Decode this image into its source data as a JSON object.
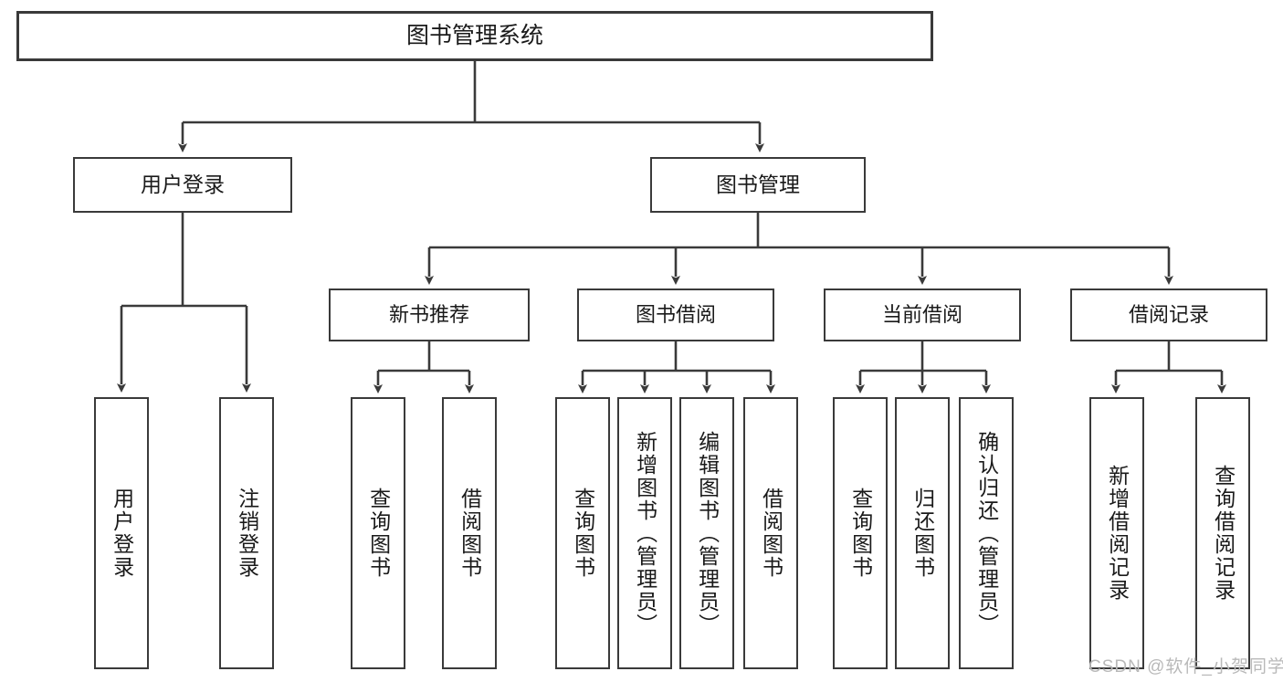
{
  "diagram": {
    "title": "图书管理系统",
    "root": {
      "label": "图书管理系统"
    },
    "level2": [
      {
        "label": "用户登录"
      },
      {
        "label": "图书管理"
      }
    ],
    "level3": [
      {
        "label": "新书推荐"
      },
      {
        "label": "图书借阅"
      },
      {
        "label": "当前借阅"
      },
      {
        "label": "借阅记录"
      }
    ],
    "leaves": {
      "user_login": [
        {
          "label": "用户登录"
        },
        {
          "label": "注销登录"
        }
      ],
      "new_book": [
        {
          "label": "查询图书"
        },
        {
          "label": "借阅图书"
        }
      ],
      "book_borrow": [
        {
          "label": "查询图书"
        },
        {
          "label": "新增图书（管理员）"
        },
        {
          "label": "编辑图书（管理员）"
        },
        {
          "label": "借阅图书"
        }
      ],
      "current_borrow": [
        {
          "label": "查询图书"
        },
        {
          "label": "归还图书"
        },
        {
          "label": "确认归还（管理员）"
        }
      ],
      "borrow_record": [
        {
          "label": "新增借阅记录"
        },
        {
          "label": "查询借阅记录"
        }
      ]
    }
  },
  "watermark": {
    "text": "CSDN @软件_小贺同学"
  },
  "colors": {
    "background": "#ffffff",
    "box_border": "#3a3a3a",
    "text": "#1a1a1a",
    "connector": "#3a3a3a",
    "watermark": "#b9b9b9"
  }
}
